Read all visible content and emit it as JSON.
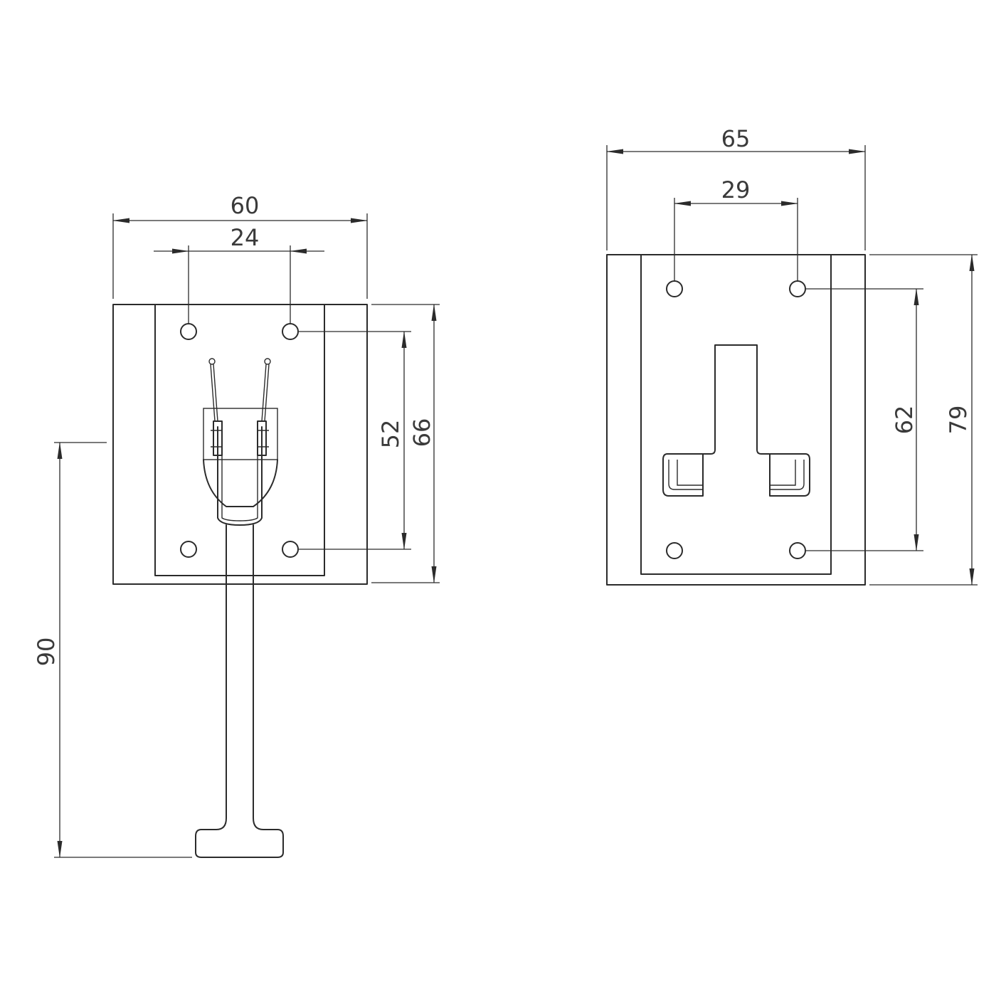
{
  "front_view": {
    "dimensions": {
      "overall_width": "60",
      "hole_spacing_horizontal": "24",
      "hole_spacing_vertical": "52",
      "overall_height": "66",
      "handle_length": "90"
    }
  },
  "rear_view": {
    "dimensions": {
      "overall_width": "65",
      "hole_spacing_horizontal": "29",
      "hole_spacing_vertical": "62",
      "overall_height": "79"
    }
  }
}
